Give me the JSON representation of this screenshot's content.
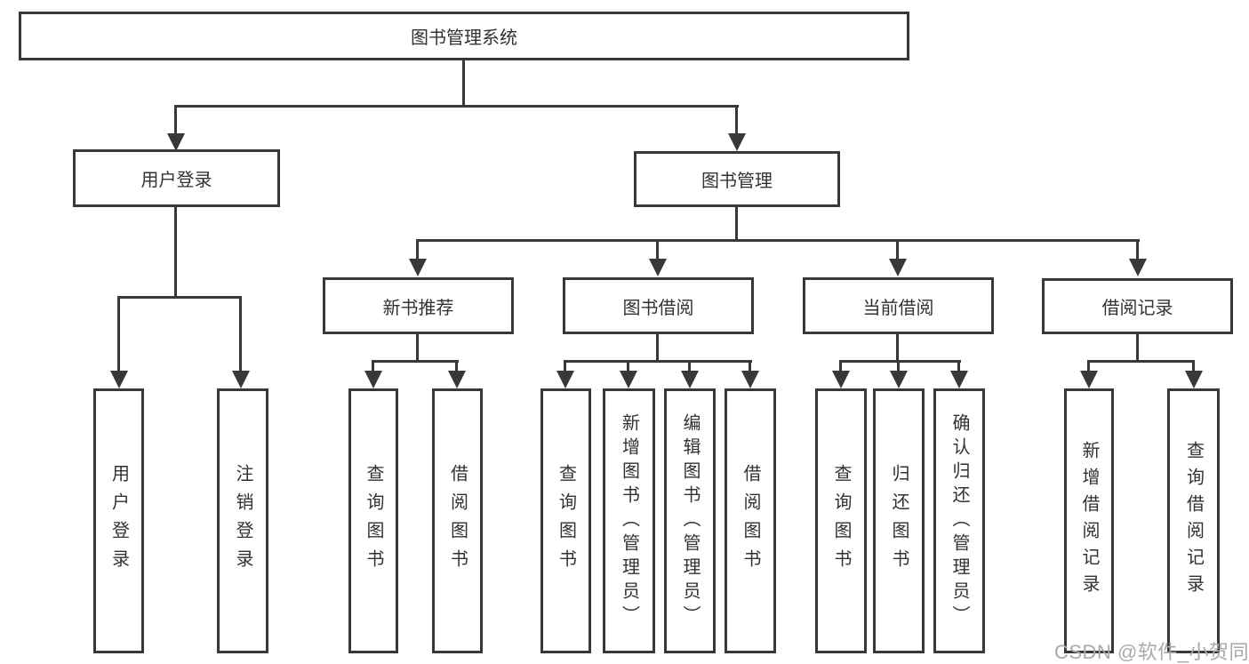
{
  "diagram_title": "图书管理系统",
  "nodes": {
    "root": "图书管理系统",
    "user_login": "用户登录",
    "book_mgmt": "图书管理",
    "new_book_rec": "新书推荐",
    "book_borrow": "图书借阅",
    "current_borrow": "当前借阅",
    "borrow_records": "借阅记录",
    "leaf_user_login": "用户登录",
    "leaf_logout": "注销登录",
    "leaf_rec_query": "查询图书",
    "leaf_rec_borrow": "借阅图书",
    "leaf_bb_query": "查询图书",
    "leaf_bb_add": "新增图书（管理员）",
    "leaf_bb_edit": "编辑图书（管理员）",
    "leaf_bb_borrow": "借阅图书",
    "leaf_cb_query": "查询图书",
    "leaf_cb_return": "归还图书",
    "leaf_cb_confirm": "确认归还（管理员）",
    "leaf_br_add": "新增借阅记录",
    "leaf_br_query": "查询借阅记录"
  },
  "hierarchy": {
    "图书管理系统": {
      "用户登录": [
        "用户登录",
        "注销登录"
      ],
      "图书管理": {
        "新书推荐": [
          "查询图书",
          "借阅图书"
        ],
        "图书借阅": [
          "查询图书",
          "新增图书（管理员）",
          "编辑图书（管理员）",
          "借阅图书"
        ],
        "当前借阅": [
          "查询图书",
          "归还图书",
          "确认归还（管理员）"
        ],
        "借阅记录": [
          "新增借阅记录",
          "查询借阅记录"
        ]
      }
    }
  },
  "watermark": "CSDN @软件_小贺同学",
  "colors": {
    "line": "#383838",
    "text": "#323232",
    "box_fill": "#ffffff",
    "background": "#ffffff",
    "watermark": "#a8a8b0"
  }
}
